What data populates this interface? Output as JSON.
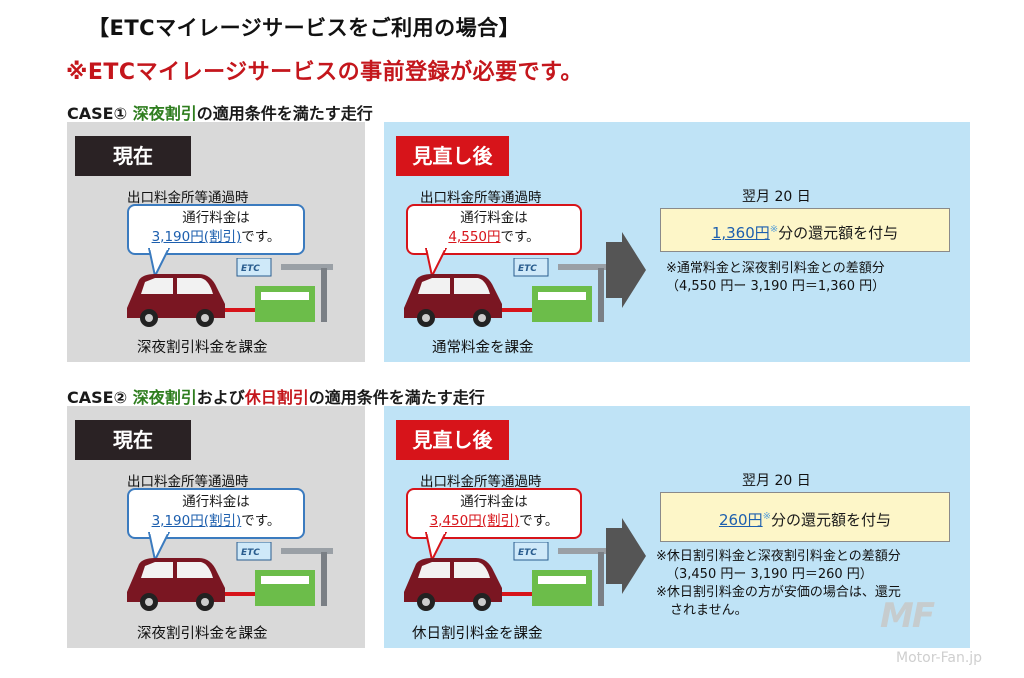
{
  "heading": "【ETCマイレージサービスをご利用の場合】",
  "notice": "※ETCマイレージサービスの事前登録が必要です。",
  "cases": [
    {
      "title_prefix": "CASE① ",
      "title_green": "深夜割引",
      "title_mid": "",
      "title_red": "",
      "title_suffix": "の適用条件を満たす走行",
      "current": {
        "label": "現在",
        "exit_caption": "出口料金所等通過時",
        "fee_line1": "通行料金は",
        "fee_amount": "3,190円(割引)",
        "fee_suffix": "です。",
        "charge": "深夜割引料金を課金"
      },
      "revised": {
        "label": "見直し後",
        "exit_caption": "出口料金所等通過時",
        "fee_line1": "通行料金は",
        "fee_amount": "4,550円",
        "fee_suffix": "です。",
        "charge": "通常料金を課金",
        "date": "翌月 20 日",
        "rebate_amount": "1,360円",
        "rebate_mark": "※",
        "rebate_suffix": "分の還元額を付与",
        "notes": [
          "※通常料金と深夜割引料金との差額分",
          "（4,550 円ー 3,190 円＝1,360 円）"
        ]
      }
    },
    {
      "title_prefix": "CASE② ",
      "title_green": "深夜割引",
      "title_mid": "および",
      "title_red": "休日割引",
      "title_suffix": "の適用条件を満たす走行",
      "current": {
        "label": "現在",
        "exit_caption": "出口料金所等通過時",
        "fee_line1": "通行料金は",
        "fee_amount": "3,190円(割引)",
        "fee_suffix": "です。",
        "charge": "深夜割引料金を課金"
      },
      "revised": {
        "label": "見直し後",
        "exit_caption": "出口料金所等通過時",
        "fee_line1": "通行料金は",
        "fee_amount": "3,450円(割引)",
        "fee_suffix": "です。",
        "charge": "休日割引料金を課金",
        "date": "翌月 20 日",
        "rebate_amount": "260円",
        "rebate_mark": "※",
        "rebate_suffix": "分の還元額を付与",
        "notes": [
          "※休日割引料金と深夜割引料金との差額分",
          "（3,450 円ー 3,190 円＝260 円）",
          "※休日割引料金の方が安価の場合は、還元",
          "されません。"
        ]
      }
    }
  ],
  "etc_sign": "ETC",
  "watermark": {
    "logo": "MF",
    "site": "Motor-Fan.jp"
  },
  "colors": {
    "red": "#d7141a",
    "green": "#2e7d1e",
    "blue": "#1d5fae",
    "panel_current": "#d9d9d9",
    "panel_revised": "#bfe3f6"
  }
}
